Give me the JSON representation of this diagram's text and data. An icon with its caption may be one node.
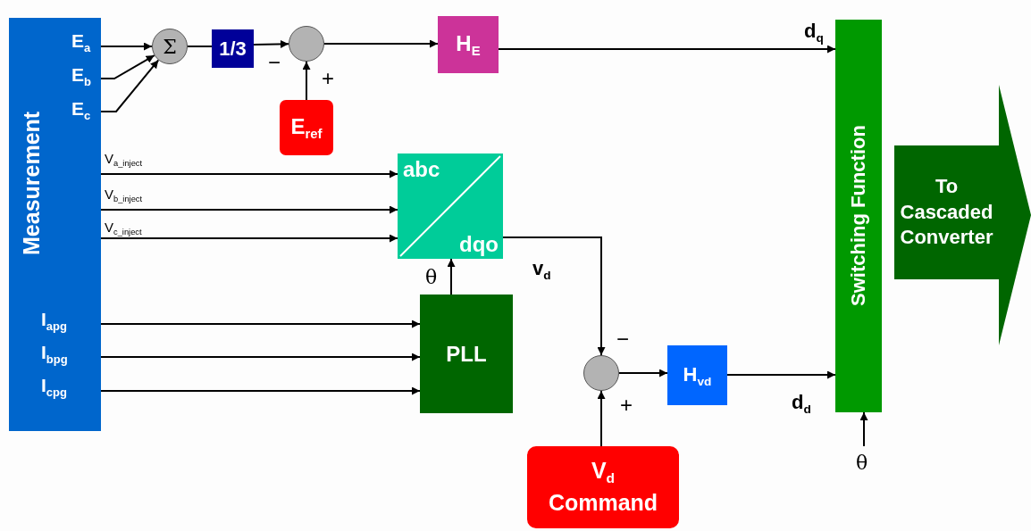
{
  "diagram": {
    "nodes": [
      {
        "text": [
          "Measurement",
          "E$_{a}$",
          "E$_{b}$",
          "E$_{c}$",
          "I$_{apg}$",
          "I$_{bpg}$",
          "I$_{cpg}$"
        ]
      },
      {
        "text": [
          "Σ"
        ]
      },
      {
        "text": [
          "1/3"
        ]
      },
      {
        "text": [],
        "shape": "circle"
      },
      {
        "text": [
          "E$_{ref}$"
        ]
      },
      {
        "text": [
          "H$_{E}$"
        ]
      },
      {
        "text": [
          "abc",
          "dqo"
        ]
      },
      {
        "text": [
          "PLL"
        ]
      },
      {
        "text": [],
        "shape": "circle"
      },
      {
        "text": [
          "H$_{vd}$"
        ]
      },
      {
        "text": [
          "V$_{d}$ Command"
        ]
      },
      {
        "text": [
          "Switching Function"
        ]
      },
      {
        "text": [
          "To Cascaded Converter"
        ]
      }
    ],
    "edges": [
      {
        "from": 0,
        "to": 1,
        "arrow": "to"
      },
      {
        "from": 0,
        "to": 1,
        "arrow": "to"
      },
      {
        "from": 0,
        "to": 1,
        "arrow": "to"
      },
      {
        "from": 1,
        "to": 2,
        "arrow": "none"
      },
      {
        "from": 2,
        "to": 3,
        "arrow": "to"
      },
      {
        "from": 4,
        "to": 3,
        "arrow": "to"
      },
      {
        "from": 3,
        "to": 5,
        "arrow": "to"
      },
      {
        "from": 5,
        "to": 11,
        "arrow": "to",
        "label": "d$_{q}$"
      },
      {
        "from": 0,
        "to": 6,
        "arrow": "to",
        "label": "V$_{a_inject}$"
      },
      {
        "from": 0,
        "to": 6,
        "arrow": "to",
        "label": "V$_{b_inject}$"
      },
      {
        "from": 0,
        "to": 6,
        "arrow": "to",
        "label": "V$_{c_inject}$"
      },
      {
        "from": 0,
        "to": 7,
        "arrow": "to"
      },
      {
        "from": 0,
        "to": 7,
        "arrow": "to"
      },
      {
        "from": 0,
        "to": 7,
        "arrow": "to"
      },
      {
        "from": 7,
        "to": 6,
        "arrow": "to",
        "label": "θ"
      },
      {
        "from": 6,
        "to": 8,
        "arrow": "to",
        "label": "v$_{d}$"
      },
      {
        "from": 10,
        "to": 8,
        "arrow": "to"
      },
      {
        "from": 8,
        "to": 9,
        "arrow": "to"
      },
      {
        "from": 9,
        "to": 11,
        "arrow": "to",
        "label": "d$_{d}$"
      },
      {
        "from": null,
        "to": 11,
        "arrow": "to",
        "label": "θ"
      }
    ],
    "labels": [
      "−",
      "+",
      "−",
      "+"
    ]
  }
}
